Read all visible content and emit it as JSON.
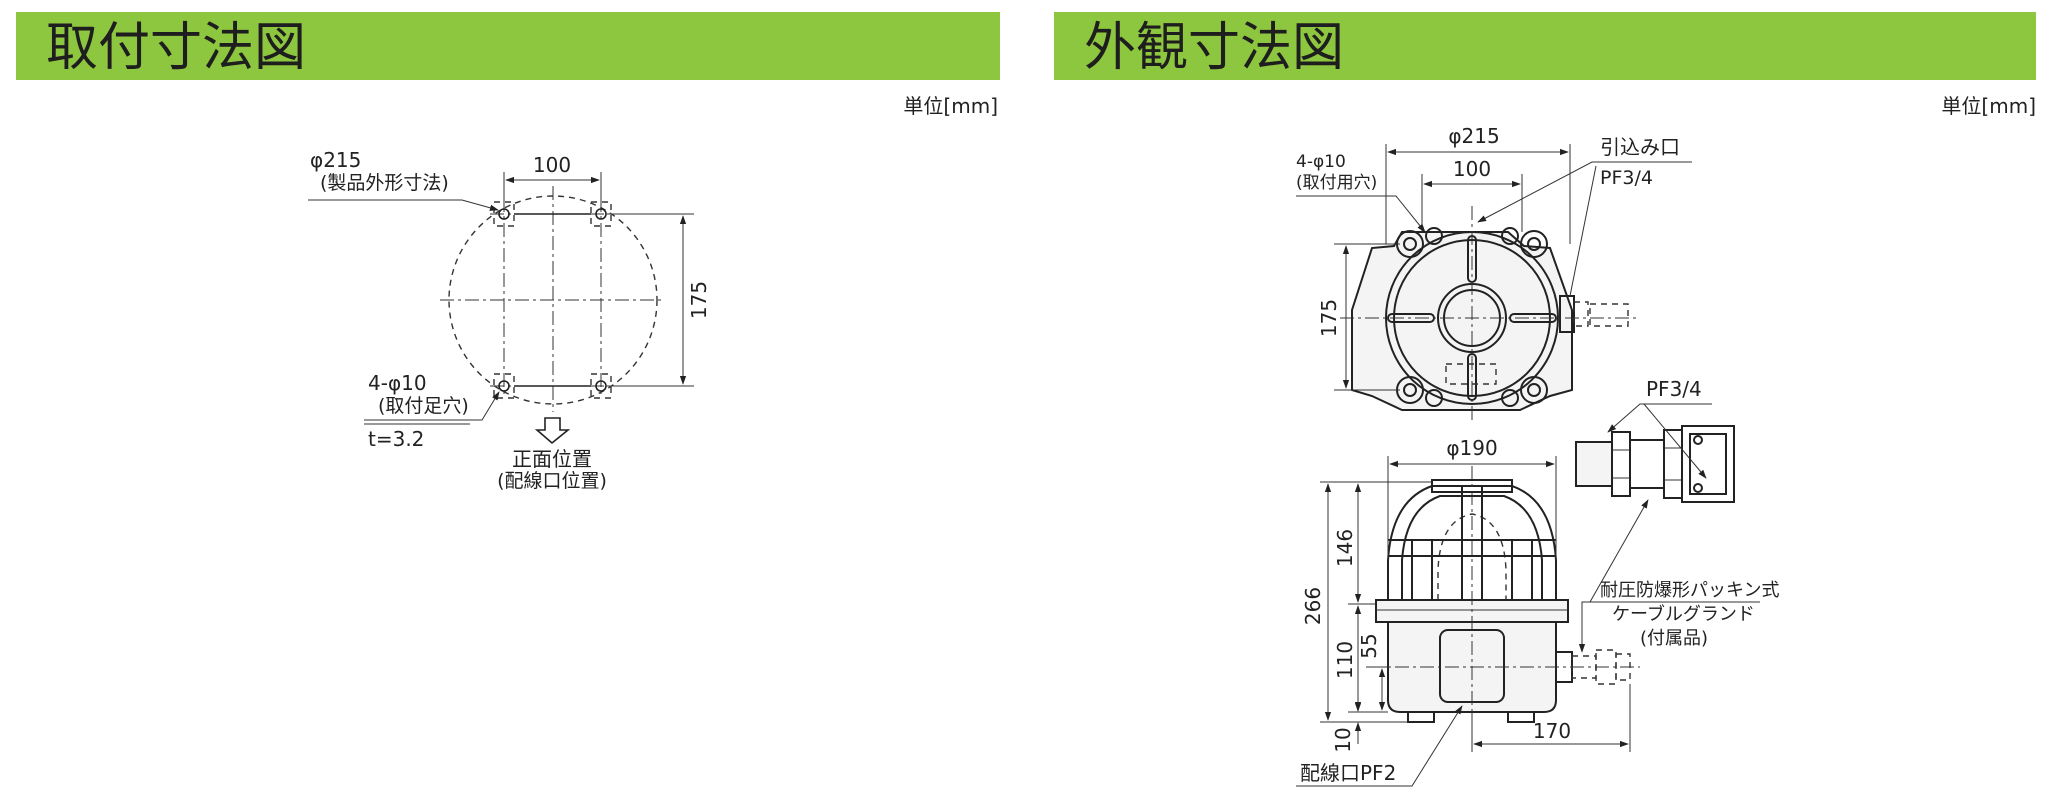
{
  "left_panel": {
    "title": "取付寸法図",
    "unit": "単位[mm]",
    "labels": {
      "outer_dia": "φ215",
      "outer_dia_note": "(製品外形寸法)",
      "hole_pitch_w": "100",
      "hole_pitch_h": "175",
      "holes": "4-φ10",
      "holes_note": "(取付足穴)",
      "thickness": "t=3.2",
      "front": "正面位置",
      "front_note": "(配線口位置)"
    }
  },
  "right_panel": {
    "title": "外観寸法図",
    "unit": "単位[mm]",
    "labels": {
      "dia_215": "φ215",
      "holes": "4-φ10",
      "holes_note": "(取付用穴)",
      "dim_100": "100",
      "inlet": "引込み口",
      "inlet_thread": "PF3/4",
      "dim_175": "175",
      "gland_thread": "PF3/4",
      "dia_190": "φ190",
      "dim_146": "146",
      "dim_266": "266",
      "dim_110": "110",
      "dim_55": "55",
      "dim_10": "10",
      "dim_170": "170",
      "gland_1": "耐圧防爆形パッキン式",
      "gland_2": "ケーブルグランド",
      "gland_3": "(付属品)",
      "wiring": "配線口PF2"
    }
  }
}
